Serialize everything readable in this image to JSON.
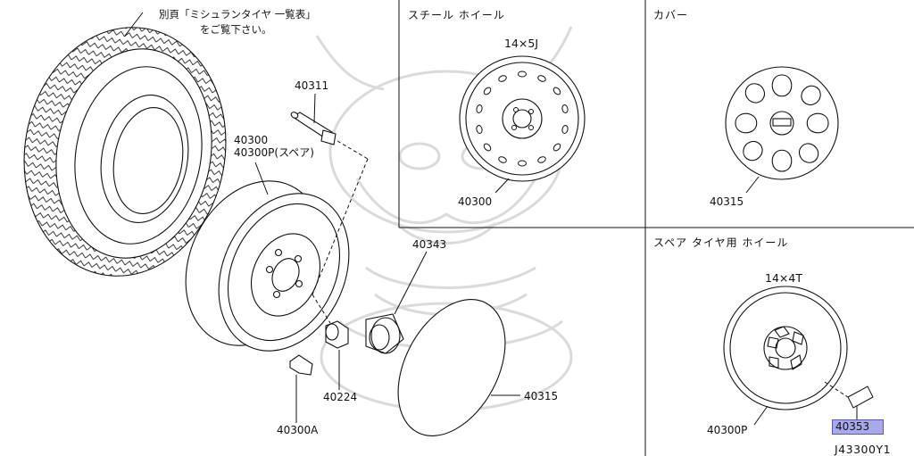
{
  "diagram": {
    "diagram_id": "J43300Y1",
    "tire_note_line1": "別頁「ミシュランタイヤ 一覧表」",
    "tire_note_line2": "をご覧下さい。",
    "main": {
      "part_valve": "40311",
      "part_wheel": "40300",
      "part_wheel_spare": "40300P(スペア)",
      "part_nut": "40224",
      "part_weight": "40300A",
      "part_center_cap": "40343",
      "part_cover": "40315"
    },
    "steel_wheel": {
      "title": "スチール  ホイール",
      "size": "14×5J",
      "part": "40300"
    },
    "cover": {
      "title": "カバー",
      "part": "40315"
    },
    "spare_wheel": {
      "title": "スペア  タイヤ用  ホイール",
      "size": "14×4T",
      "part": "40300P",
      "label_part": "40353"
    },
    "colors": {
      "line": "#111111",
      "highlight_fill": "#a9a8ea",
      "highlight_border": "#5a59b8",
      "watermark": "#d4d4d4"
    }
  }
}
